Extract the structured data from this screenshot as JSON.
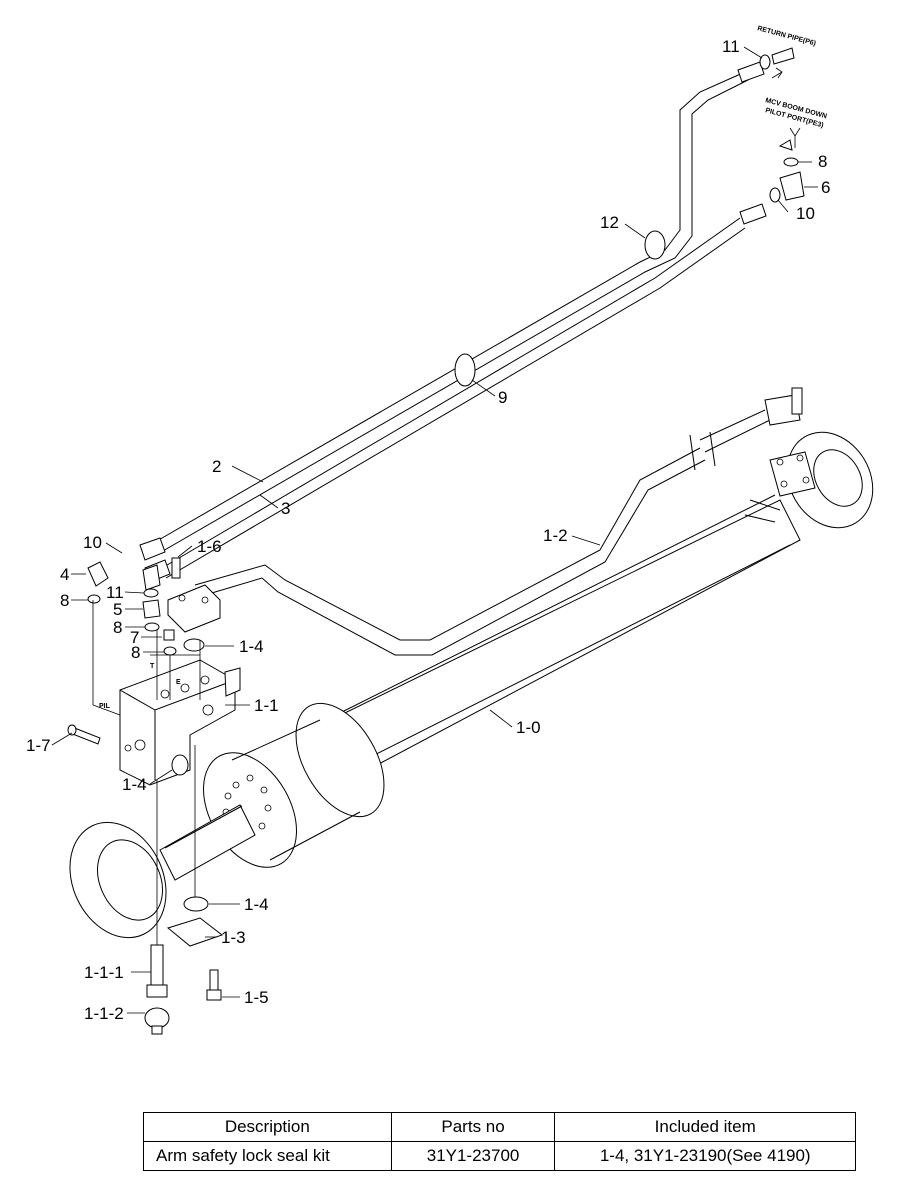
{
  "callouts": {
    "c11_top": "11",
    "c8_top": "8",
    "c6": "6",
    "c10_top": "10",
    "c12": "12",
    "c9": "9",
    "c2": "2",
    "c3": "3",
    "c1_2": "1-2",
    "c10_left": "10",
    "c1_6": "1-6",
    "c4": "4",
    "c8_left": "8",
    "c11_mid": "11",
    "c5": "5",
    "c8_mid": "8",
    "c7": "7",
    "c8_low": "8",
    "c1_4_a": "1-4",
    "c1_1": "1-1",
    "c1_0": "1-0",
    "c1_7": "1-7",
    "c1_4_b": "1-4",
    "c1_4_c": "1-4",
    "c1_3": "1-3",
    "c1_1_1": "1-1-1",
    "c1_5": "1-5",
    "c1_1_2": "1-1-2"
  },
  "notes": {
    "return_pipe": "RETURN PIPE(P6)",
    "boom_down_line1": "MCV BOOM DOWN",
    "boom_down_line2": "PILOT PORT(PE3)",
    "port_t": "T",
    "port_pil": "PIL",
    "port_e": "E"
  },
  "table": {
    "headers": [
      "Description",
      "Parts no",
      "Included item"
    ],
    "rows": [
      [
        "Arm safety lock seal kit",
        "31Y1-23700",
        "1-4, 31Y1-23190(See 4190)"
      ]
    ]
  }
}
